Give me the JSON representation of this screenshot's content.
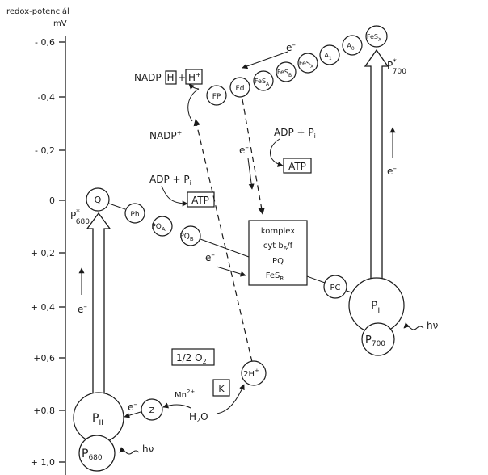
{
  "axis": {
    "title": "redox-potenciál",
    "unit": "mV",
    "ticks": [
      "- 0,6",
      "-0,4",
      "- 0,2",
      "0",
      "+ 0,2",
      "+ 0,4",
      "+0,6",
      "+0,8",
      "+ 1,0"
    ]
  },
  "psii": {
    "center": "P",
    "center_sub": "II",
    "base": "P",
    "base_sub": "680",
    "top": "Q",
    "top_label": "P",
    "top_label_sup": "*",
    "top_label_sub": "680"
  },
  "psi": {
    "center": "P",
    "center_sub": "I",
    "base": "P",
    "base_sub": "700",
    "top_label": "P",
    "top_label_sup": "*",
    "top_label_sub": "700"
  },
  "chain_left": [
    "Ph",
    "PQ",
    "PQ"
  ],
  "chain_left_subs": [
    "",
    "A",
    "B"
  ],
  "chain_top": [
    "FP",
    "Fd",
    "FeS",
    "FeS",
    "FeS",
    "A",
    "A",
    "FeS"
  ],
  "chain_top_subs": [
    "",
    "",
    "A",
    "B",
    "X",
    "1",
    "0",
    "X"
  ],
  "donors": {
    "z": "Z",
    "k": "K",
    "h": "2H",
    "h_sup": "+",
    "mn": "Mn",
    "mn_sup": "2+",
    "water": "H",
    "water_sub": "2",
    "water_o": "O"
  },
  "oxygen": "1/2 O",
  "oxygen_sub": "2",
  "complex": {
    "l1": "komplex",
    "l2": "cyt b",
    "l2_sub": "6",
    "l2_end": "/f",
    "l3": "PQ",
    "l4": "FeS",
    "l4_sub": "R"
  },
  "pc": "PC",
  "nadp": {
    "text": "NADP",
    "h_box": "H",
    "h_plus": "+",
    "hp_box": "H",
    "hp_sup": "+",
    "ox": "NADP",
    "ox_sup": "+"
  },
  "adp": {
    "text": "ADP + P",
    "sub": "i"
  },
  "atp": "ATP",
  "electron": {
    "text": "e",
    "sup": "–"
  },
  "light": "hν"
}
